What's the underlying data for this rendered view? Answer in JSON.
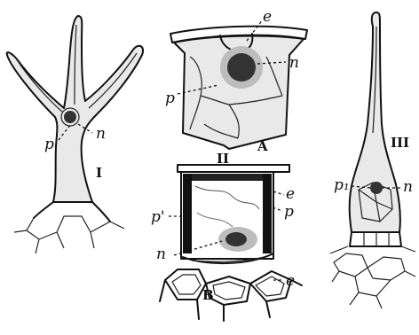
{
  "figure_labels": {
    "fig1": {
      "numeral": "I",
      "p": "p",
      "n": "n"
    },
    "fig2": {
      "numeral": "II",
      "a": {
        "letter": "A",
        "e": "e",
        "n": "n",
        "p": "p"
      },
      "b": {
        "letter": "B",
        "p_prime": "p'",
        "n": "n",
        "e_top": "e",
        "p": "p",
        "e_bottom": "e"
      }
    },
    "fig3": {
      "numeral": "III",
      "p1": "p₁",
      "n": "n"
    }
  }
}
